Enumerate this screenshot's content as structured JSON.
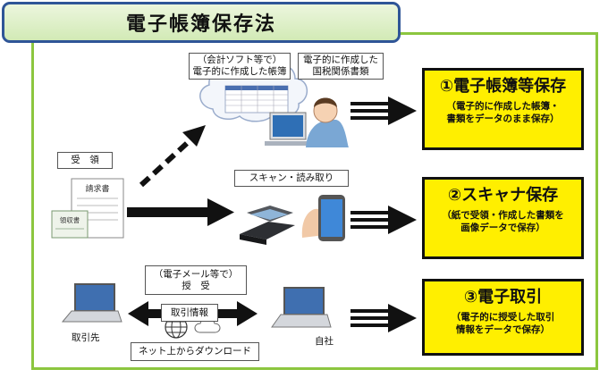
{
  "title": "電子帳簿保存法",
  "flow": {
    "receive_label": "受　領",
    "software_label": "（会計ソフト等で）\n電子的に作成した帳簿",
    "tax_docs_label": "電子的に作成した\n国税関係書類",
    "scan_label": "スキャン・読み取り",
    "email_label": "（電子メール等で）\n授　受",
    "transaction_info_label": "取引情報",
    "download_label": "ネット上からダウンロード",
    "partner_label": "取引先",
    "self_label": "自社"
  },
  "storage_types": [
    {
      "title": "①電子帳簿等保存",
      "subtitle": "（電子的に作成した帳簿・\n書類をデータのまま保存）"
    },
    {
      "title": "②スキャナ保存",
      "subtitle": "（紙で受領・作成した書類を\n画像データで保存）"
    },
    {
      "title": "③電子取引",
      "subtitle": "（電子的に授受した取引\n情報をデータで保存）"
    }
  ],
  "document_texts": {
    "invoice": "請求書",
    "receipt": "領収書"
  },
  "colors": {
    "frame": "#8cc63f",
    "title_border": "#2f5597",
    "highlight": "#ffef00"
  },
  "icons": [
    "cloud-icon",
    "person-at-computer-icon",
    "invoice-document-icon",
    "scanner-icon",
    "smartphone-icon",
    "laptop-icon",
    "globe-icon"
  ]
}
